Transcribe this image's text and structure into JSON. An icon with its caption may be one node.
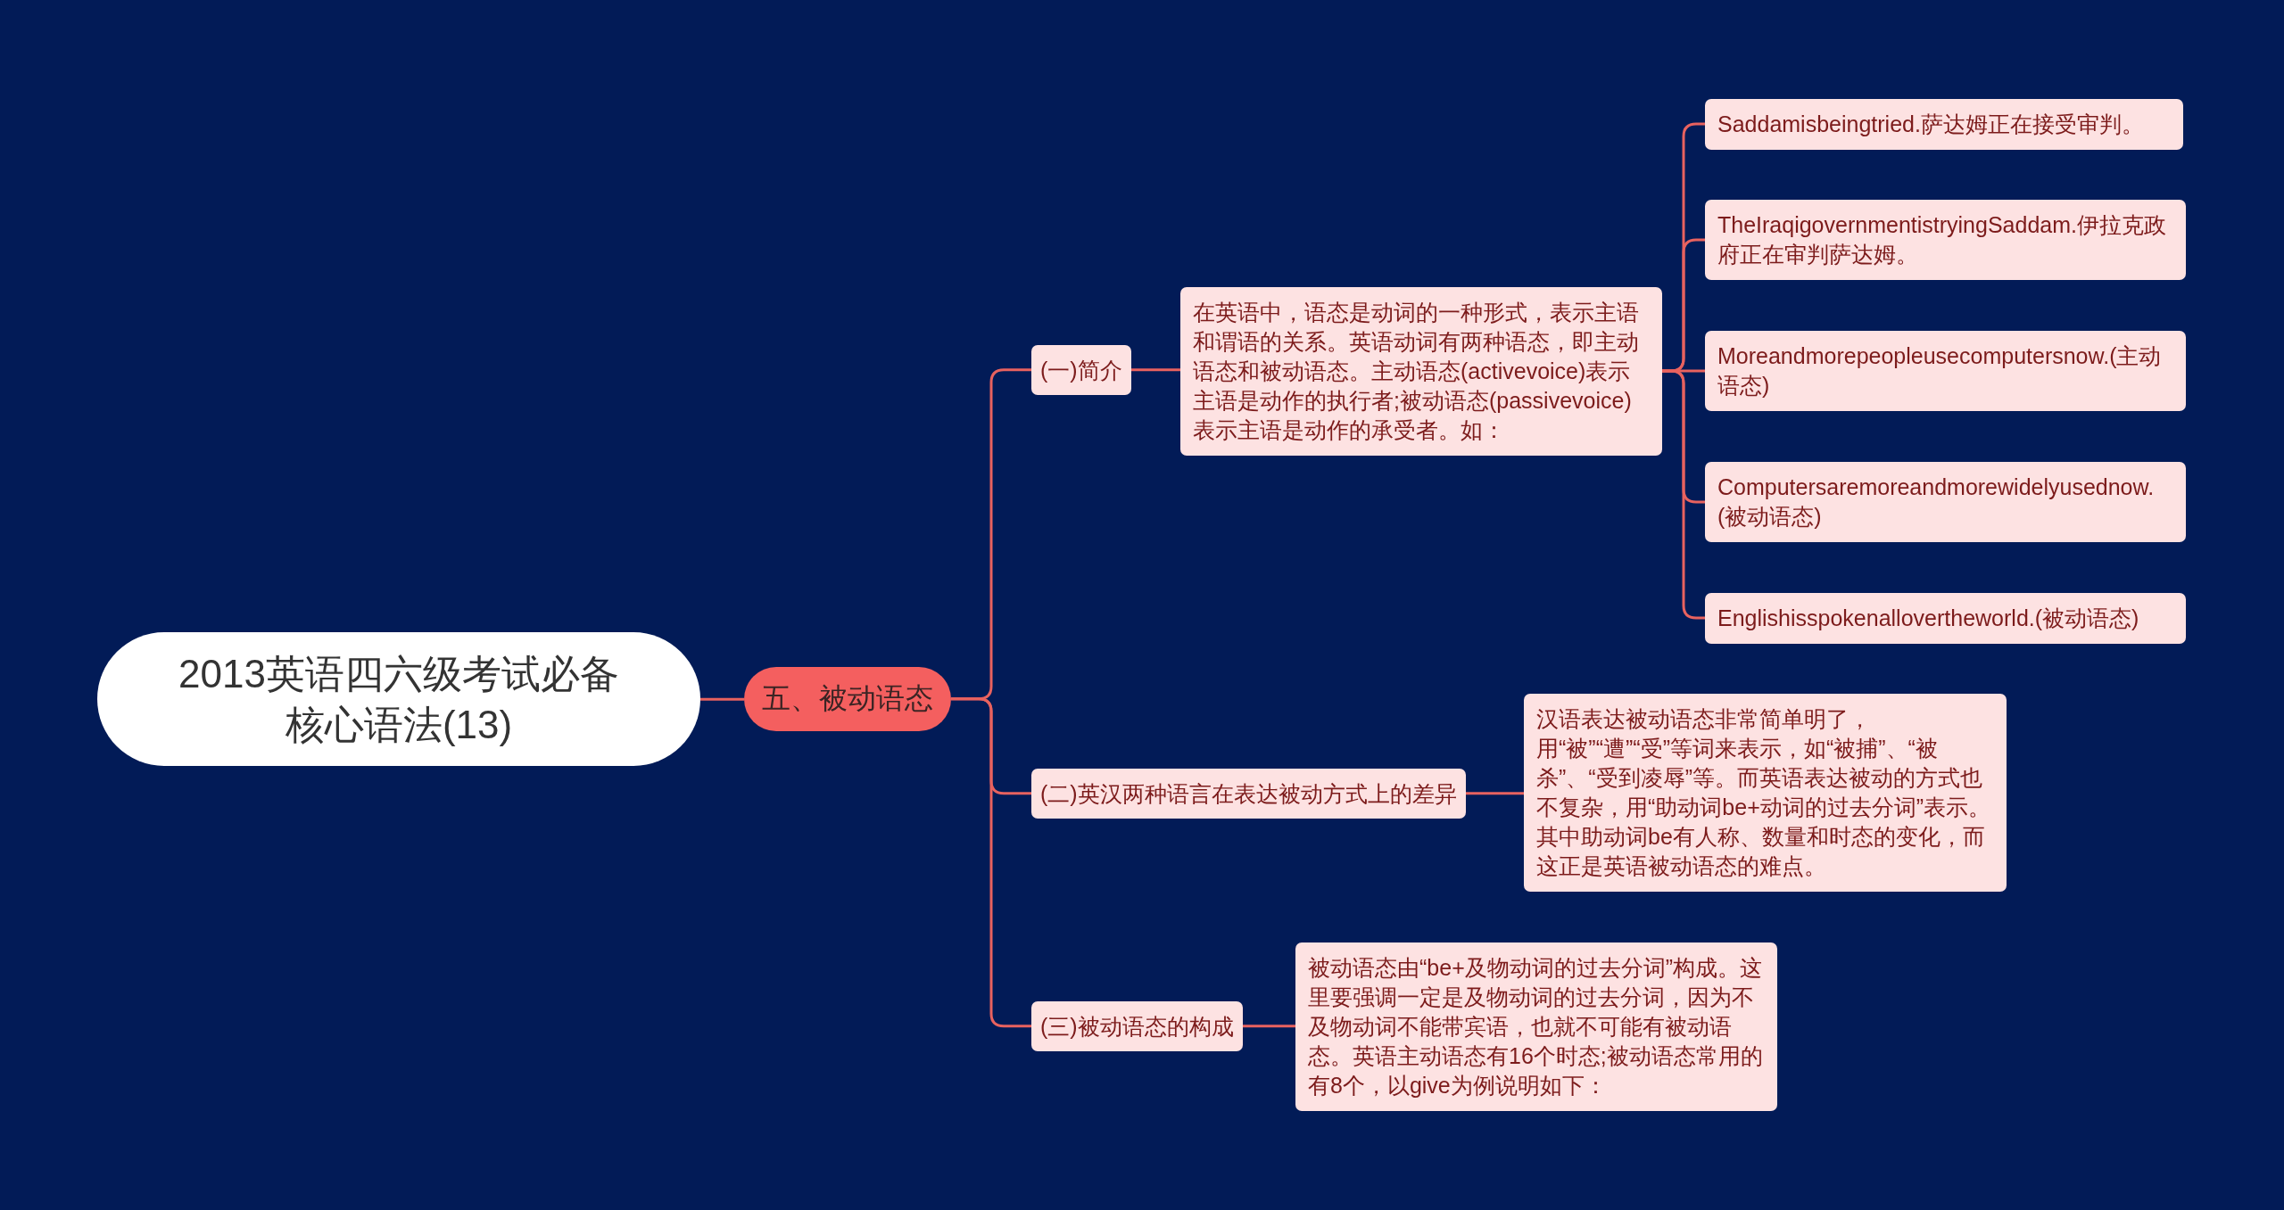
{
  "diagram": {
    "nodes": [
      {
        "text": [
          "2013英语四六级考试必备核心语法(13)"
        ]
      },
      {
        "text": [
          "五、被动语态"
        ]
      },
      {
        "text": [
          "(一)简介"
        ]
      },
      {
        "text": [
          "在英语中，语态是动词的一种形式，表示主语和谓语的关系。英语动词有两种语态，即主动语态和被动语态。主动语态(activevoice)表示主语是动作的执行者;被动语态(passivevoice)表示主语是动作的承受者。如："
        ]
      },
      {
        "text": [
          "Saddamisbeingtried.萨达姆正在接受审判。"
        ]
      },
      {
        "text": [
          "TheIraqigovernmentistryingSaddam.伊拉克政府正在审判萨达姆。"
        ]
      },
      {
        "text": [
          "Moreandmorepeopleusecomputersnow.(主动语态)"
        ]
      },
      {
        "text": [
          "Computersaremoreandmorewidelyusednow.(被动语态)"
        ]
      },
      {
        "text": [
          "Englishisspokenallovertheworld.(被动语态)"
        ]
      },
      {
        "text": [
          "(二)英汉两种语言在表达被动方式上的差异"
        ]
      },
      {
        "text": [
          "汉语表达被动语态非常简单明了，用“被”“遭”“受”等词来表示，如“被捕”、“被杀”、“受到凌辱”等。而英语表达被动的方式也不复杂，用“助动词be+动词的过去分词”表示。其中助动词be有人称、数量和时态的变化，而这正是英语被动语态的难点。"
        ]
      },
      {
        "text": [
          "(三)被动语态的构成"
        ]
      },
      {
        "text": [
          "被动语态由“be+及物动词的过去分词”构成。这里要强调一定是及物动词的过去分词，因为不及物动词不能带宾语，也就不可能有被动语态。英语主动语态有16个时态;被动语态常用的有8个，以give为例说明如下："
        ]
      }
    ],
    "edges": [
      {
        "from": 0,
        "to": 1,
        "arrow": "none"
      },
      {
        "from": 1,
        "to": 2,
        "arrow": "none"
      },
      {
        "from": 2,
        "to": 3,
        "arrow": "none"
      },
      {
        "from": 3,
        "to": 4,
        "arrow": "none"
      },
      {
        "from": 3,
        "to": 5,
        "arrow": "none"
      },
      {
        "from": 3,
        "to": 6,
        "arrow": "none"
      },
      {
        "from": 3,
        "to": 7,
        "arrow": "none"
      },
      {
        "from": 3,
        "to": 8,
        "arrow": "none"
      },
      {
        "from": 1,
        "to": 9,
        "arrow": "none"
      },
      {
        "from": 9,
        "to": 10,
        "arrow": "none"
      },
      {
        "from": 1,
        "to": 11,
        "arrow": "none"
      },
      {
        "from": 11,
        "to": 12,
        "arrow": "none"
      }
    ]
  }
}
